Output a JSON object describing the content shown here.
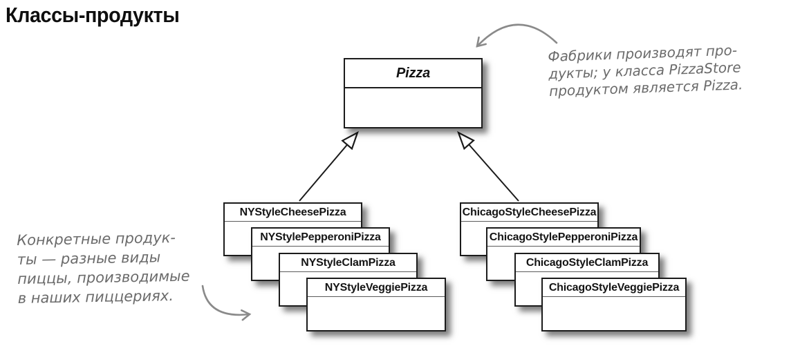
{
  "page": {
    "title": "Классы-продукты"
  },
  "diagram": {
    "parent_class": "Pizza",
    "ny_stack": [
      "NYStyleCheesePizza",
      "NYStylePepperoniPizza",
      "NYStyleClamPizza",
      "NYStyleVeggiePizza"
    ],
    "chicago_stack": [
      "ChicagoStyleCheesePizza",
      "ChicagoStylePepperoniPizza",
      "ChicagoStyleClamPizza",
      "ChicagoStyleVeggiePizza"
    ],
    "relationship": "inheritance"
  },
  "annotations": {
    "factories_note": {
      "lines": [
        "Фабрики производят про-",
        "дукты; у класса PizzaStore",
        "продуктом является Pizza."
      ]
    },
    "products_note": {
      "lines": [
        "Конкретные продук-",
        "ты — разные виды",
        "пиццы, производимые",
        "в наших пиццериях."
      ]
    }
  },
  "icons": {
    "inheritance_arrowhead": "hollow-triangle-arrow",
    "factories_note_arrow": "curved-sketch-arrow-down-left",
    "products_note_arrow": "curved-sketch-arrow-right"
  },
  "colors": {
    "background": "#ffffff",
    "box_border": "#1b1b1b",
    "class_text": "#141414",
    "annotation_text": "#6b6b6b",
    "sketch_arrow": "#8a8a8a"
  }
}
